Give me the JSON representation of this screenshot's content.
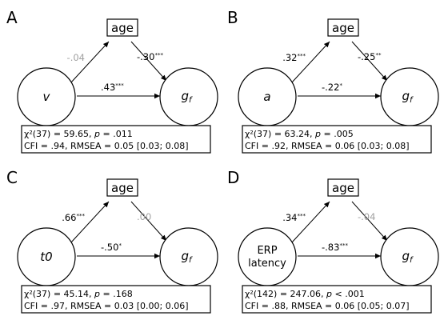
{
  "panels": [
    {
      "letter": "A",
      "mediator": "age",
      "predictor": "v",
      "predictor_italic": true,
      "outcome": "g",
      "outcome_sub": "f",
      "path_a": {
        "value": "-.04",
        "stars": "",
        "significant": false
      },
      "path_b": {
        "value": "-.30",
        "stars": "***",
        "significant": true
      },
      "path_c": {
        "value": ".43",
        "stars": "***",
        "significant": true
      },
      "stats_line1": {
        "prefix": "χ²(37) = 59.65, ",
        "p_label": "p",
        "p_rest": " = .011"
      },
      "stats_line2": "CFI = .94, RMSEA = 0.05 [0.03; 0.08]"
    },
    {
      "letter": "B",
      "mediator": "age",
      "predictor": "a",
      "predictor_italic": true,
      "outcome": "g",
      "outcome_sub": "f",
      "path_a": {
        "value": ".32",
        "stars": "***",
        "significant": true
      },
      "path_b": {
        "value": "-.25",
        "stars": "**",
        "significant": true
      },
      "path_c": {
        "value": "-.22",
        "stars": "*",
        "significant": true
      },
      "stats_line1": {
        "prefix": "χ²(37) = 63.24, ",
        "p_label": "p",
        "p_rest": " = .005"
      },
      "stats_line2": "CFI = .92, RMSEA = 0.06 [0.03; 0.08]"
    },
    {
      "letter": "C",
      "mediator": "age",
      "predictor": "t0",
      "predictor_italic": true,
      "outcome": "g",
      "outcome_sub": "f",
      "path_a": {
        "value": ".66",
        "stars": "***",
        "significant": true
      },
      "path_b": {
        "value": ".00",
        "stars": "",
        "significant": false
      },
      "path_c": {
        "value": "-.50",
        "stars": "*",
        "significant": true
      },
      "stats_line1": {
        "prefix": "χ²(37) = 45.14, ",
        "p_label": "p",
        "p_rest": " = .168"
      },
      "stats_line2": "CFI = .97, RMSEA = 0.03 [0.00; 0.06]"
    },
    {
      "letter": "D",
      "mediator": "age",
      "predictor": "ERP\nlatency",
      "predictor_italic": false,
      "outcome": "g",
      "outcome_sub": "f",
      "path_a": {
        "value": ".34",
        "stars": "***",
        "significant": true
      },
      "path_b": {
        "value": "-.04",
        "stars": "",
        "significant": false
      },
      "path_c": {
        "value": "-.83",
        "stars": "***",
        "significant": true
      },
      "stats_line1": {
        "prefix": "χ²(142) = 247.06, ",
        "p_label": "p",
        "p_rest": " < .001"
      },
      "stats_line2": "CFI = .88, RMSEA = 0.06 [0.05; 0.07]"
    }
  ],
  "colors": {
    "significant": "#000000",
    "nonsignificant": "#a0a0a0"
  }
}
